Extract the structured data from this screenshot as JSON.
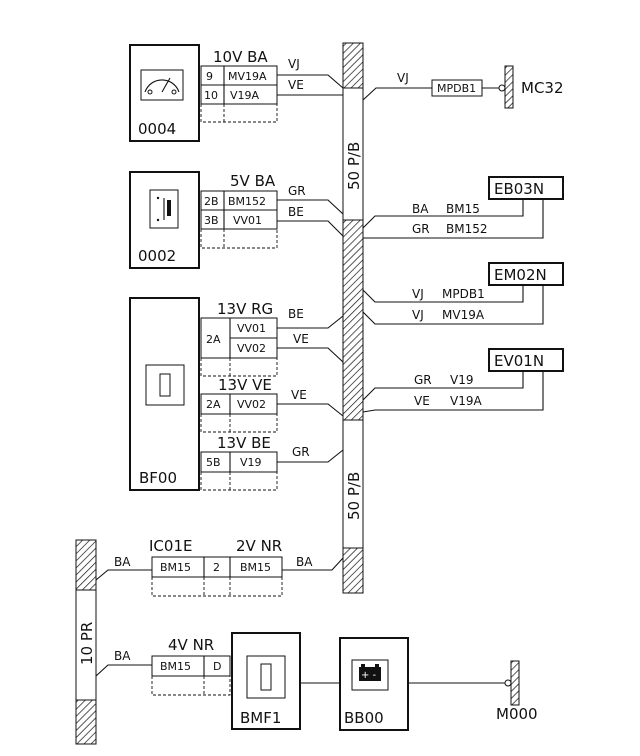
{
  "components": {
    "c0004": {
      "name": "0004",
      "connector": "10V BA",
      "rows": [
        {
          "pin": "9",
          "wire": "MV19A",
          "color": "VJ"
        },
        {
          "pin": "10",
          "wire": "V19A",
          "color": "VE"
        }
      ]
    },
    "c0002": {
      "name": "0002",
      "connector": "5V BA",
      "rows": [
        {
          "pin": "2B",
          "wire": "BM152",
          "color": "GR"
        },
        {
          "pin": "3B",
          "wire": "VV01",
          "color": "BE"
        }
      ]
    },
    "bf00": {
      "name": "BF00",
      "blocks": [
        {
          "connector": "13V RG",
          "pin": "2A",
          "wires": [
            "VV01",
            "VV02"
          ],
          "colors": [
            "BE",
            "VE"
          ]
        },
        {
          "connector": "13V VE",
          "pin": "2A",
          "wires": [
            "VV02"
          ],
          "colors": [
            "VE"
          ]
        },
        {
          "connector": "13V BE",
          "pin": "5B",
          "wires": [
            "V19"
          ],
          "colors": [
            "GR"
          ]
        }
      ]
    },
    "ic01e": {
      "name": "IC01E",
      "connector": "2V NR",
      "pin": "2",
      "wires": [
        "BM15",
        "BM15"
      ],
      "color_left": "BA",
      "color_right": "BA"
    },
    "bmf1": {
      "name": "BMF1",
      "connector": "4V NR",
      "pin": "D",
      "wire": "BM15",
      "color": "BA"
    },
    "bb00": {
      "name": "BB00",
      "battery_symbol": "+ -"
    }
  },
  "harness": {
    "top_label": "50 P/B",
    "bottom_label": "50 P/B",
    "left_label": "10 PR"
  },
  "grounds": {
    "mc32": {
      "name": "MC32",
      "wire": "MPDB1",
      "color": "VJ"
    },
    "m000": {
      "name": "M000"
    }
  },
  "connectors_right": [
    {
      "name": "EB03N",
      "wires": [
        {
          "color": "BA",
          "code": "BM15"
        },
        {
          "color": "GR",
          "code": "BM152"
        }
      ]
    },
    {
      "name": "EM02N",
      "wires": [
        {
          "color": "VJ",
          "code": "MPDB1"
        },
        {
          "color": "VJ",
          "code": "MV19A"
        }
      ]
    },
    {
      "name": "EV01N",
      "wires": [
        {
          "color": "GR",
          "code": "V19"
        },
        {
          "color": "VE",
          "code": "V19A"
        }
      ]
    }
  ]
}
